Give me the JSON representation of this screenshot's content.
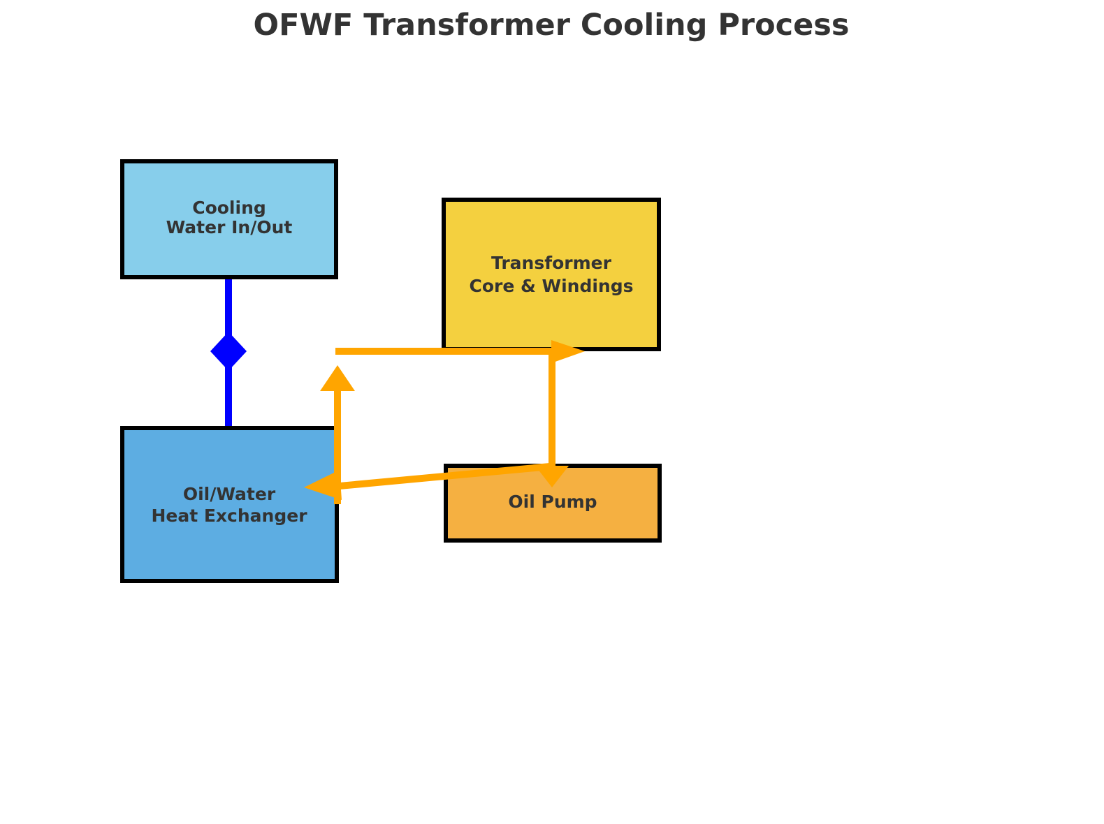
{
  "title": "OFWF Transformer Cooling Process",
  "colors": {
    "background": "#FFFFFF",
    "box_border": "#000000",
    "label_text": "#333333",
    "water_line": "#0000FF",
    "oil_line": "#FFA500"
  },
  "nodes": {
    "cooling_water": {
      "line1": "Cooling",
      "line2": "Water In/Out",
      "fill": "#87CEEB"
    },
    "transformer": {
      "line1": "Transformer",
      "line2": "Core & Windings",
      "fill": "#F4D03F"
    },
    "heat_exchanger": {
      "line1": "Oil/Water",
      "line2": "Heat Exchanger",
      "fill": "#5DADE2"
    },
    "oil_pump": {
      "line1": "Oil Pump",
      "fill": "#F5B041"
    }
  },
  "connectors": {
    "water_line": {
      "from": "cooling_water",
      "to": "heat_exchanger",
      "marker": "diamond",
      "color": "#0000FF"
    },
    "oil_loop": {
      "color": "#FFA500",
      "segments": [
        {
          "from": "heat_exchanger",
          "to": "heat_exchanger_outlet",
          "direction": "up"
        },
        {
          "from": "heat_exchanger_outlet",
          "to": "transformer",
          "direction": "right"
        },
        {
          "from": "transformer",
          "to": "oil_pump",
          "direction": "down"
        },
        {
          "from": "oil_pump",
          "to": "heat_exchanger",
          "direction": "left"
        }
      ]
    }
  }
}
